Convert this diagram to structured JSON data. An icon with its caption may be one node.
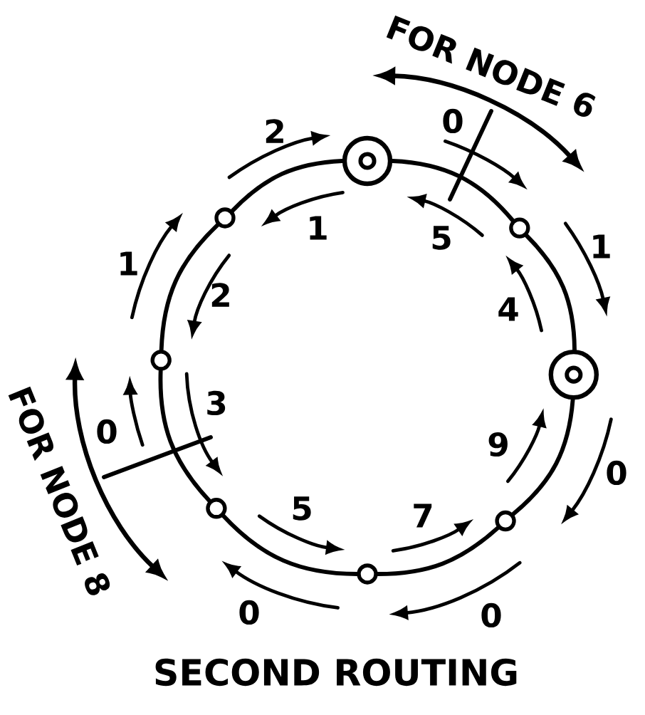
{
  "diagram": {
    "caption": "SECOND ROUTING",
    "nodes": [
      {
        "text": [],
        "shape": "bullseye"
      },
      {
        "text": [],
        "shape": "circle"
      },
      {
        "text": [],
        "shape": "circle"
      },
      {
        "text": [],
        "shape": "circle"
      },
      {
        "text": [],
        "shape": "bullseye"
      },
      {
        "text": [],
        "shape": "circle"
      },
      {
        "text": [],
        "shape": "circle"
      },
      {
        "text": [],
        "shape": "circle"
      }
    ],
    "edges": [
      {
        "from": 0,
        "to": 2,
        "arrow": "none"
      },
      {
        "from": 2,
        "to": 4,
        "arrow": "none"
      },
      {
        "from": 4,
        "to": 6,
        "arrow": "none"
      },
      {
        "from": 6,
        "to": 7,
        "arrow": "none"
      },
      {
        "from": 7,
        "to": 5,
        "arrow": "none"
      },
      {
        "from": 5,
        "to": 3,
        "arrow": "none"
      },
      {
        "from": 3,
        "to": 1,
        "arrow": "none"
      },
      {
        "from": 1,
        "to": 0,
        "arrow": "none"
      }
    ],
    "labels": [
      "FOR NODE 6",
      "2",
      "0",
      "1",
      "5",
      "1",
      "1",
      "2",
      "4",
      "FOR NODE 8",
      "0",
      "3",
      "9",
      "0",
      "5",
      "7",
      "0",
      "0"
    ]
  }
}
